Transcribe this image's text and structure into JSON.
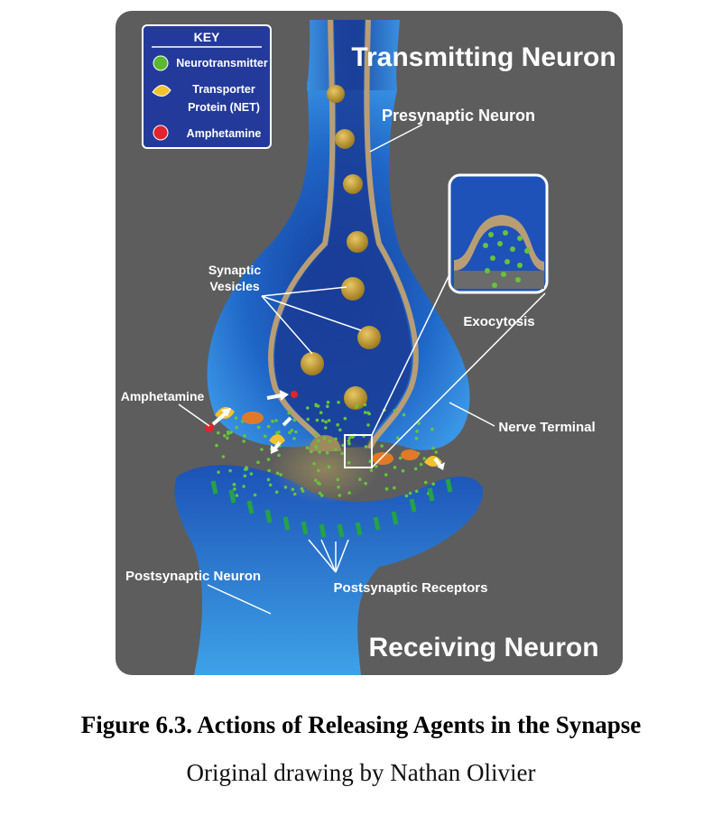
{
  "diagram": {
    "title_top": "Transmitting Neuron",
    "title_bottom": "Receiving Neuron",
    "labels": {
      "presynaptic": "Presynaptic Neuron",
      "vesicles_line1": "Synaptic",
      "vesicles_line2": "Vesicles",
      "exocytosis": "Exocytosis",
      "amphetamine": "Amphetamine",
      "nerve_terminal": "Nerve Terminal",
      "postsynaptic_neuron": "Postsynaptic Neuron",
      "postsynaptic_receptors": "Postsynaptic Receptors"
    },
    "key": {
      "title": "KEY",
      "items": [
        {
          "label": "Neurotransmitter",
          "color": "#5cb82e",
          "icon": "green-circle-icon"
        },
        {
          "label_line1": "Transporter",
          "label_line2": "Protein (NET)",
          "color": "#f2c12e",
          "icon": "transporter-icon"
        },
        {
          "label": "Amphetamine",
          "color": "#e0242b",
          "icon": "red-circle-icon"
        }
      ]
    },
    "colors": {
      "background": "#5c5c5c",
      "neuron": "#1f6fc8",
      "vesicle": "#c9a02a",
      "neurotransmitter": "#5cb82e",
      "amphetamine": "#e0242b",
      "key_box": "#243a9a"
    }
  },
  "caption": {
    "title": "Figure 6.3. Actions of Releasing Agents in the Synapse",
    "credit": "Original drawing by Nathan Olivier"
  }
}
